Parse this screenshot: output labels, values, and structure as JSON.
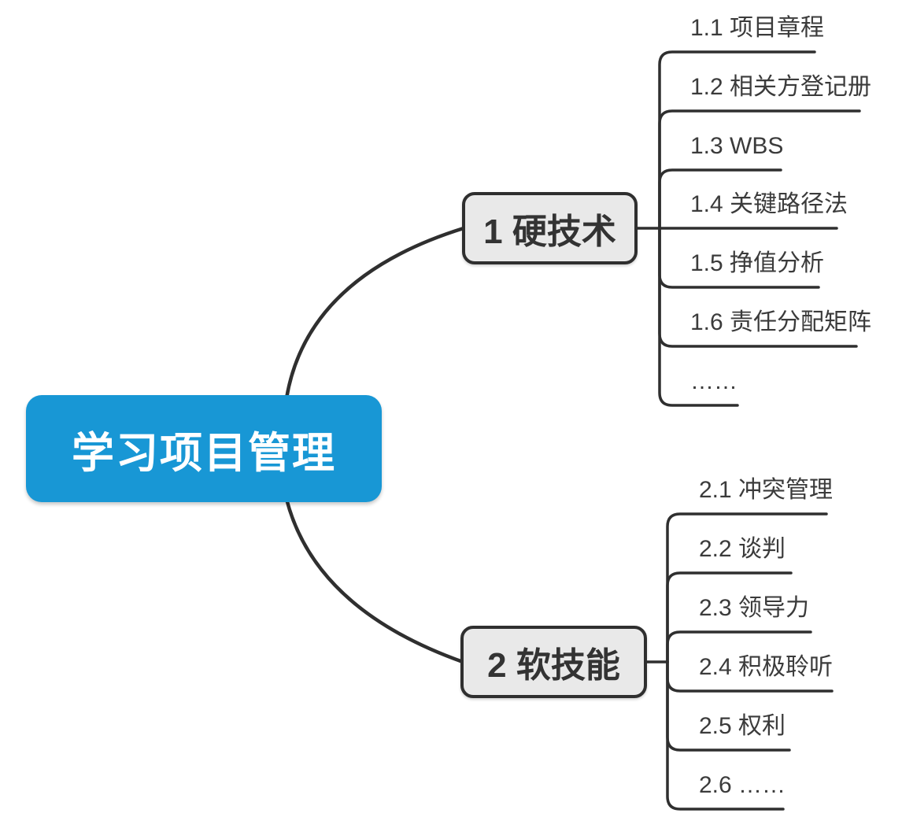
{
  "root": {
    "label": "学习项目管理"
  },
  "branches": [
    {
      "label": "1 硬技术",
      "children": [
        {
          "label": "1.1 项目章程"
        },
        {
          "label": "1.2 相关方登记册"
        },
        {
          "label": "1.3 WBS"
        },
        {
          "label": "1.4 关键路径法"
        },
        {
          "label": "1.5 挣值分析"
        },
        {
          "label": "1.6 责任分配矩阵"
        },
        {
          "label": "……"
        }
      ]
    },
    {
      "label": "2 软技能",
      "children": [
        {
          "label": "2.1 冲突管理"
        },
        {
          "label": "2.2 谈判"
        },
        {
          "label": "2.3 领导力"
        },
        {
          "label": "2.4 积极聆听"
        },
        {
          "label": "2.5 权利"
        },
        {
          "label": "2.6 ……"
        }
      ]
    }
  ],
  "colors": {
    "root_fill": "#1897D5",
    "root_text": "#FFFFFF",
    "branch_fill": "#E9E9E9",
    "branch_border": "#2F2F2F",
    "branch_text": "#333333",
    "line": "#2F2F2F",
    "leaf_text": "#3B3B3B",
    "background": "#FFFFFF"
  }
}
